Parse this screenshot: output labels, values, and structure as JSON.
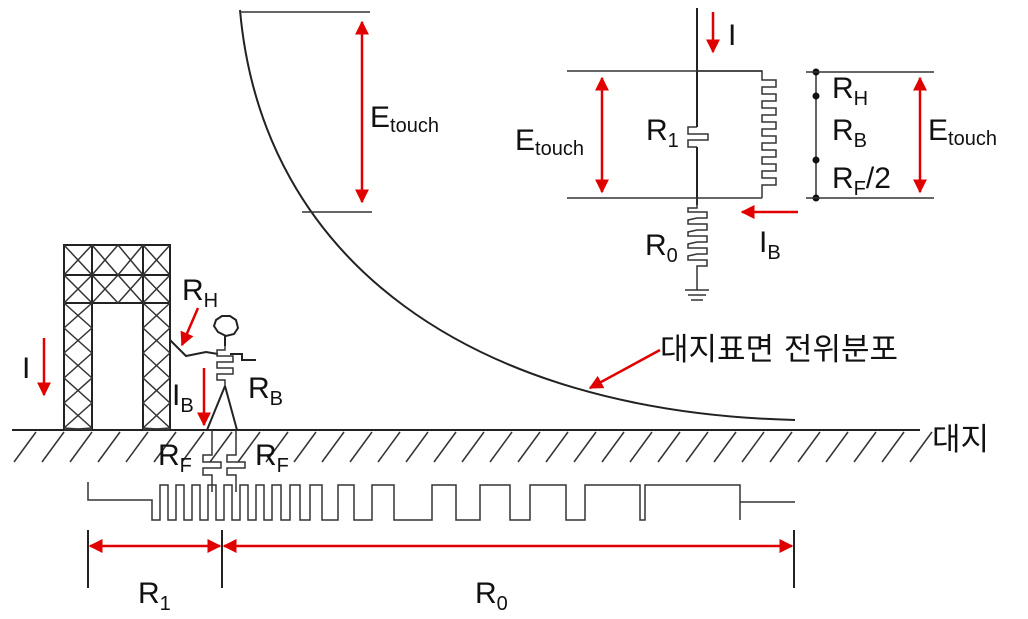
{
  "labels": {
    "current": "I",
    "body_current": "I",
    "body_current_sub": "B",
    "hand_resistance": "R",
    "hand_resistance_sub": "H",
    "body_resistance": "R",
    "body_resistance_sub": "B",
    "foot_resistance": "R",
    "foot_resistance_sub": "F",
    "foot_half_suffix": "/2",
    "r1": "R",
    "r1_sub": "1",
    "r0": "R",
    "r0_sub": "0",
    "touch_voltage": "E",
    "touch_voltage_sub": "touch",
    "ground_surface_potential": "대지표면 전위분포",
    "ground": "대지"
  },
  "colors": {
    "arrow": "#e00000",
    "line": "#222222"
  }
}
